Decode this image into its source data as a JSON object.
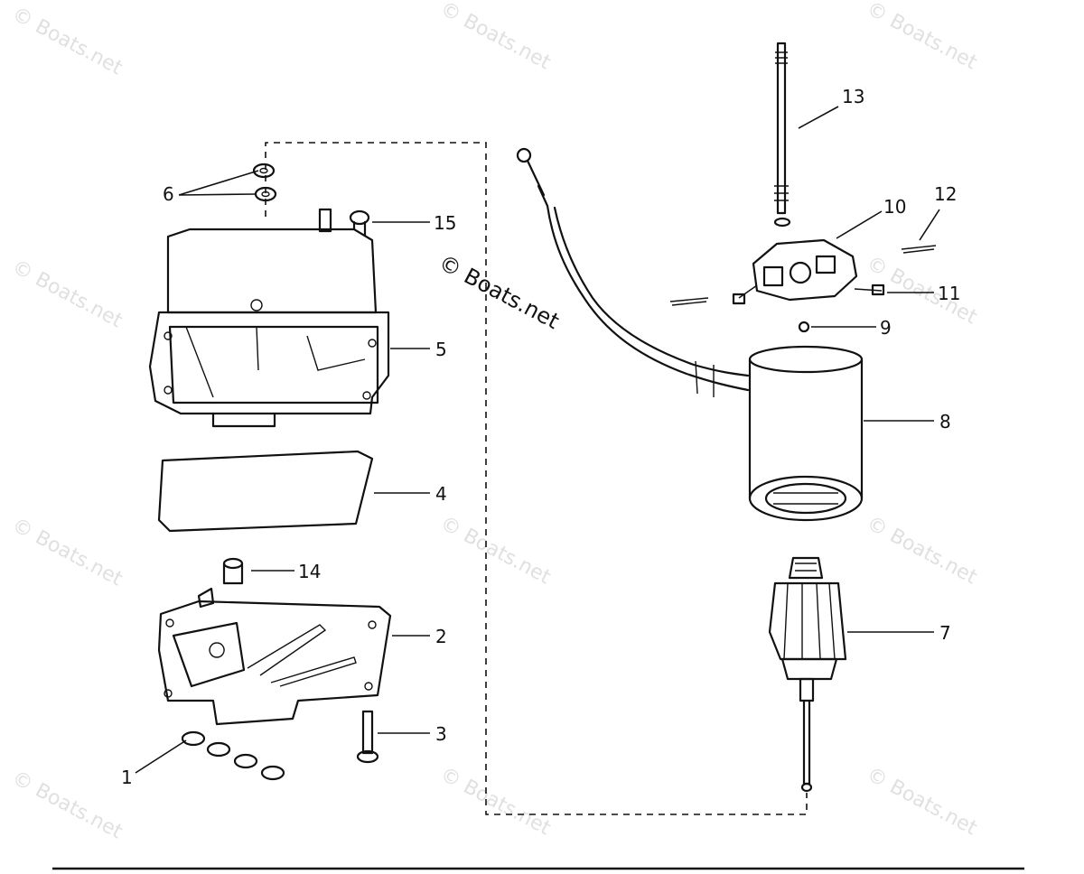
{
  "watermark": {
    "tile_text": "© Boats.net",
    "center_text": "© Boats.net"
  },
  "callouts": {
    "c1": "1",
    "c2": "2",
    "c3": "3",
    "c4": "4",
    "c5": "5",
    "c6": "6",
    "c7": "7",
    "c8": "8",
    "c9": "9",
    "c10": "10",
    "c11": "11",
    "c12": "12",
    "c13": "13",
    "c14": "14",
    "c15": "15"
  }
}
